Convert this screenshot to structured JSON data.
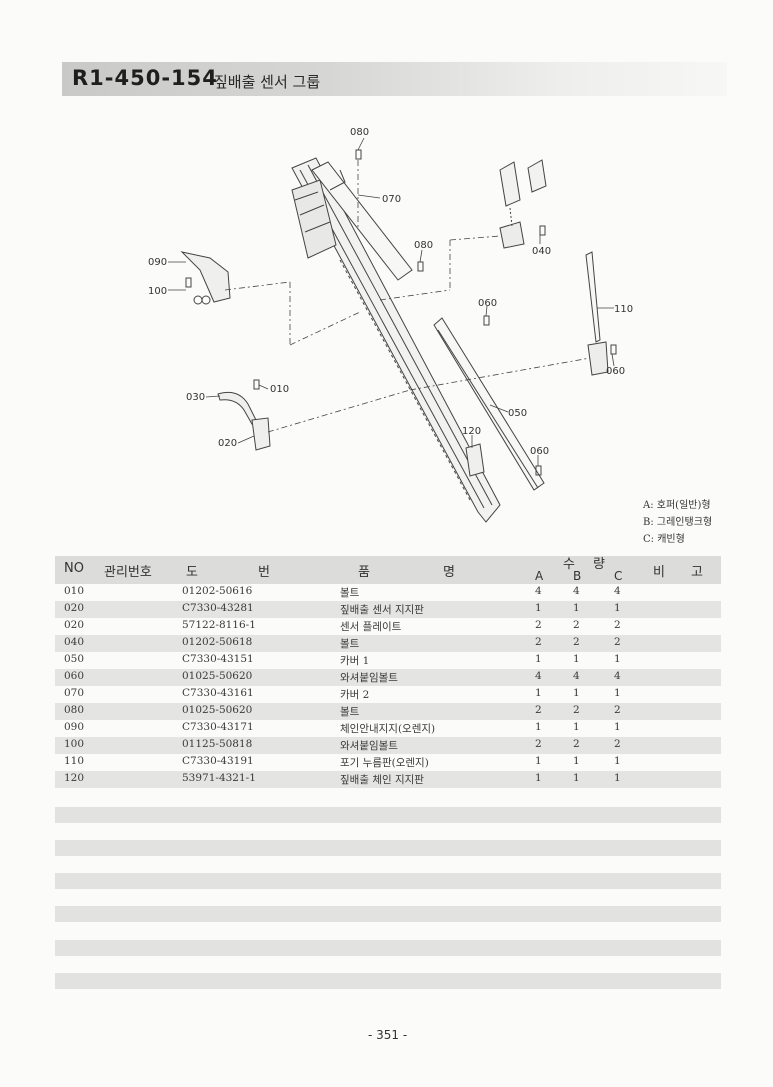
{
  "header": {
    "code": "R1-450-154",
    "name": "짚배출 센서 그룹"
  },
  "diagram": {
    "callouts": [
      "080",
      "070",
      "080",
      "040",
      "090",
      "100",
      "060",
      "110",
      "060",
      "010",
      "030",
      "050",
      "120",
      "020",
      "060"
    ]
  },
  "legend": [
    "A: 호퍼(일반)형",
    "B: 그레인탱크형",
    "C: 캐빈형"
  ],
  "table": {
    "headers": {
      "no": "NO",
      "mgmt": "관리번호",
      "drawing_1": "도",
      "drawing_2": "번",
      "name_1": "품",
      "name_2": "명",
      "qty_1": "수",
      "qty_2": "량",
      "qty_a": "A",
      "qty_b": "B",
      "qty_c": "C",
      "note_1": "비",
      "note_2": "고"
    },
    "rows": [
      {
        "no": "010",
        "part": "01202-50616",
        "name": "볼트",
        "a": "4",
        "b": "4",
        "c": "4"
      },
      {
        "no": "020",
        "part": "C7330-43281",
        "name": "짚배출 센서 지지판",
        "a": "1",
        "b": "1",
        "c": "1"
      },
      {
        "no": "020",
        "part": "57122-8116-1",
        "name": "센서 플레이트",
        "a": "2",
        "b": "2",
        "c": "2"
      },
      {
        "no": "040",
        "part": "01202-50618",
        "name": "볼트",
        "a": "2",
        "b": "2",
        "c": "2"
      },
      {
        "no": "050",
        "part": "C7330-43151",
        "name": "카버 1",
        "a": "1",
        "b": "1",
        "c": "1"
      },
      {
        "no": "060",
        "part": "01025-50620",
        "name": "와셔붙임볼트",
        "a": "4",
        "b": "4",
        "c": "4"
      },
      {
        "no": "070",
        "part": "C7330-43161",
        "name": "카버 2",
        "a": "1",
        "b": "1",
        "c": "1"
      },
      {
        "no": "080",
        "part": "01025-50620",
        "name": "볼트",
        "a": "2",
        "b": "2",
        "c": "2"
      },
      {
        "no": "090",
        "part": "C7330-43171",
        "name": "체인안내지지(오렌지)",
        "a": "1",
        "b": "1",
        "c": "1"
      },
      {
        "no": "100",
        "part": "01125-50818",
        "name": "와셔붙임볼트",
        "a": "2",
        "b": "2",
        "c": "2"
      },
      {
        "no": "110",
        "part": "C7330-43191",
        "name": "포기 누름판(오렌지)",
        "a": "1",
        "b": "1",
        "c": "1"
      },
      {
        "no": "120",
        "part": "53971-4321-1",
        "name": "짚배출 체인 지지판",
        "a": "1",
        "b": "1",
        "c": "1"
      }
    ]
  },
  "footer": {
    "page": "- 351 -"
  }
}
